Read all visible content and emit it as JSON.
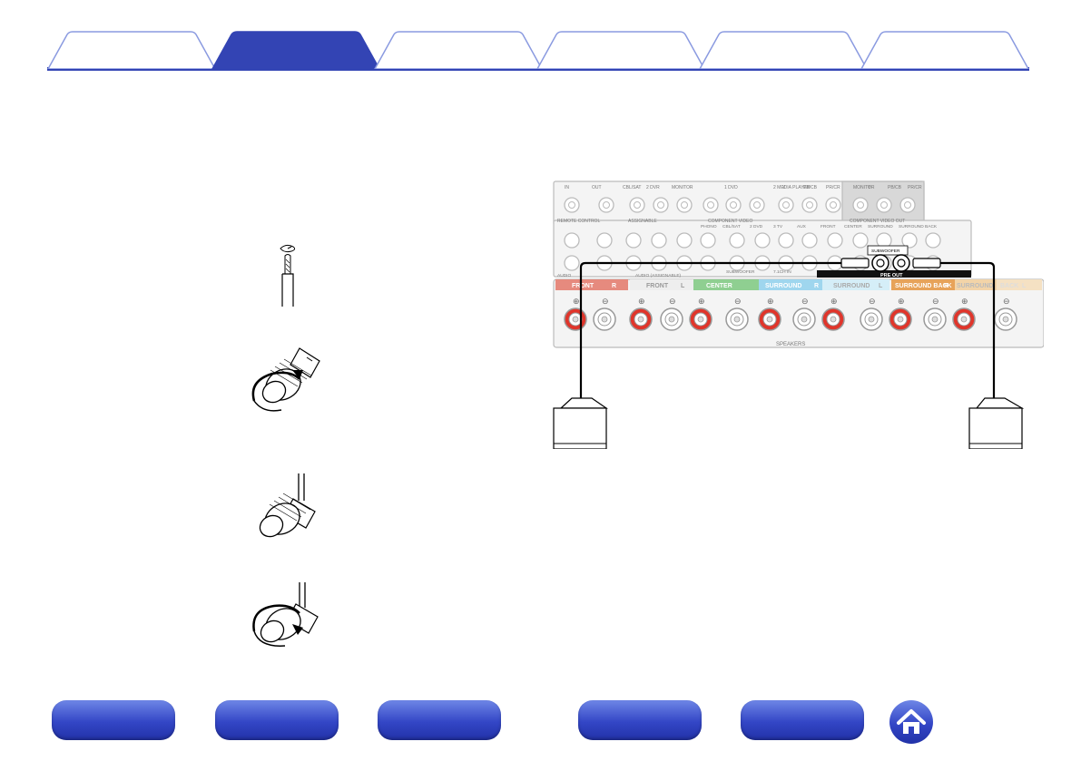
{
  "tabs": [
    {
      "id": "tab-1",
      "active": false
    },
    {
      "id": "tab-2",
      "active": true
    },
    {
      "id": "tab-3",
      "active": false
    },
    {
      "id": "tab-4",
      "active": false
    },
    {
      "id": "tab-5",
      "active": false
    },
    {
      "id": "tab-6",
      "active": false
    }
  ],
  "colors": {
    "accent": "#3344b4",
    "tab_active": "#3344b4",
    "tab_inactive_border": "#8a9ae0",
    "plus_terminal": "#e0352b",
    "panel_gray": "#bdbdbd"
  },
  "receiver": {
    "top_labels": [
      "IN",
      "OUT",
      "CBL/SAT",
      "2 DVR",
      "MONITOR",
      "1 DVD",
      "2 MEDIA PLAYER",
      "Y",
      "PB/CB",
      "PR/CR",
      "MONITOR",
      "Y",
      "PB/CB",
      "PR/CR"
    ],
    "mid_labels": [
      "REMOTE CONTROL",
      "ASSIGNABLE",
      "COMPONENT VIDEO",
      "COMPONENT VIDEO OUT",
      "PHONO",
      "CBL/SAT",
      "2 DVD",
      "3 TV",
      "AUX",
      "FRONT",
      "CENTER",
      "SURROUND",
      "SURROUND BACK",
      "SUBWOOFER",
      "7.1CH IN",
      "SUBWOOFER",
      "AUDIO",
      "AUDIO (ASSIGNABLE)",
      "PRE OUT"
    ],
    "speaker_labels": [
      "FRONT",
      "R",
      "FRONT",
      "L",
      "CENTER",
      "SURROUND",
      "R",
      "SURROUND",
      "L",
      "SURROUND BACK",
      "R",
      "SURROUND",
      "BACK",
      "L"
    ],
    "speakers_caption": "SPEAKERS"
  },
  "icons": {
    "home": "home-icon"
  }
}
